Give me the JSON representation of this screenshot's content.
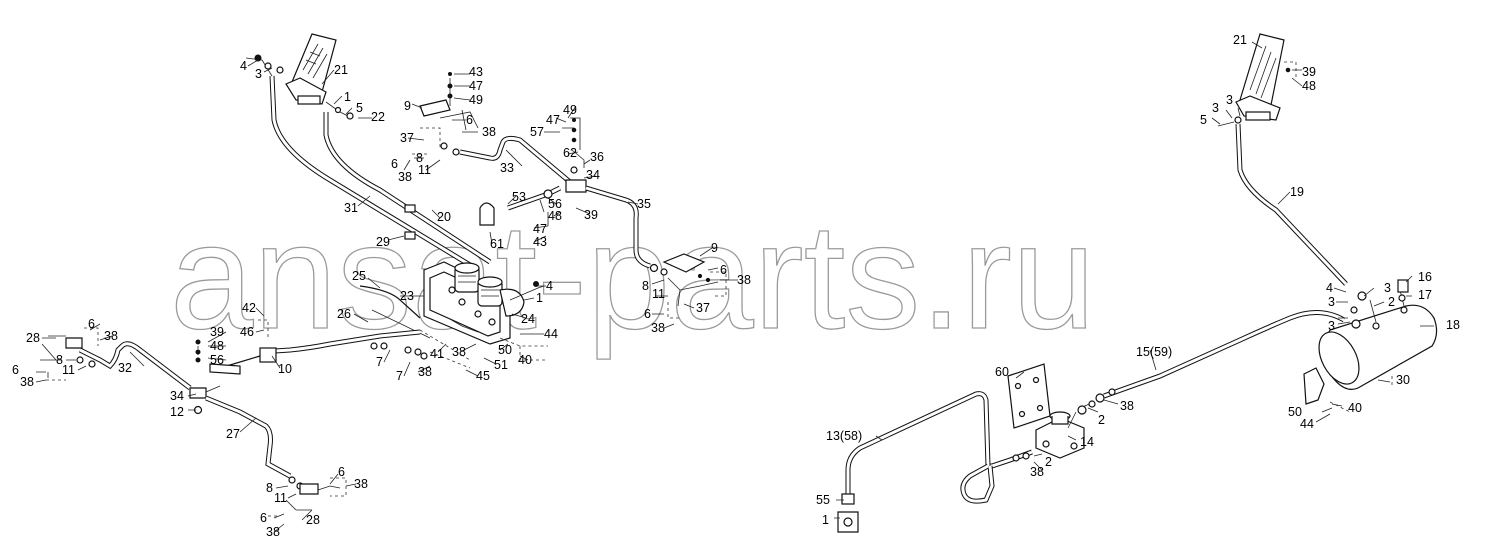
{
  "watermark": "ansat-parts.ru",
  "callouts": [
    {
      "id": "c1",
      "text": "4"
    },
    {
      "id": "c2",
      "text": "3"
    },
    {
      "id": "c3",
      "text": "21"
    },
    {
      "id": "c4",
      "text": "1"
    },
    {
      "id": "c5",
      "text": "5"
    },
    {
      "id": "c6",
      "text": "22"
    },
    {
      "id": "c7",
      "text": "43"
    },
    {
      "id": "c8",
      "text": "47"
    },
    {
      "id": "c9",
      "text": "49"
    },
    {
      "id": "c10",
      "text": "9"
    },
    {
      "id": "c11",
      "text": "6"
    },
    {
      "id": "c12",
      "text": "38"
    },
    {
      "id": "c13",
      "text": "37"
    },
    {
      "id": "c14",
      "text": "8"
    },
    {
      "id": "c15",
      "text": "11"
    },
    {
      "id": "c16",
      "text": "6"
    },
    {
      "id": "c17",
      "text": "38"
    },
    {
      "id": "c18",
      "text": "33"
    },
    {
      "id": "c19",
      "text": "49"
    },
    {
      "id": "c20",
      "text": "47"
    },
    {
      "id": "c21",
      "text": "57"
    },
    {
      "id": "c22",
      "text": "62"
    },
    {
      "id": "c23",
      "text": "36"
    },
    {
      "id": "c24",
      "text": "34"
    },
    {
      "id": "c25",
      "text": "31"
    },
    {
      "id": "c26",
      "text": "20"
    },
    {
      "id": "c27",
      "text": "53"
    },
    {
      "id": "c28",
      "text": "56"
    },
    {
      "id": "c29",
      "text": "48"
    },
    {
      "id": "c30",
      "text": "39"
    },
    {
      "id": "c31",
      "text": "35"
    },
    {
      "id": "c32",
      "text": "47"
    },
    {
      "id": "c33",
      "text": "43"
    },
    {
      "id": "c34",
      "text": "29"
    },
    {
      "id": "c35",
      "text": "61"
    },
    {
      "id": "c36",
      "text": "9"
    },
    {
      "id": "c37",
      "text": "6"
    },
    {
      "id": "c38",
      "text": "38"
    },
    {
      "id": "c39",
      "text": "8"
    },
    {
      "id": "c40",
      "text": "11"
    },
    {
      "id": "c41",
      "text": "37"
    },
    {
      "id": "c42",
      "text": "6"
    },
    {
      "id": "c43",
      "text": "38"
    },
    {
      "id": "c44",
      "text": "25"
    },
    {
      "id": "c45",
      "text": "23"
    },
    {
      "id": "c46",
      "text": "4"
    },
    {
      "id": "c47",
      "text": "1"
    },
    {
      "id": "c48",
      "text": "24"
    },
    {
      "id": "c49",
      "text": "44"
    },
    {
      "id": "c50",
      "text": "50"
    },
    {
      "id": "c51",
      "text": "40"
    },
    {
      "id": "c52",
      "text": "26"
    },
    {
      "id": "c53",
      "text": "42"
    },
    {
      "id": "c54",
      "text": "46"
    },
    {
      "id": "c55",
      "text": "39"
    },
    {
      "id": "c56",
      "text": "48"
    },
    {
      "id": "c57",
      "text": "56"
    },
    {
      "id": "c58",
      "text": "10"
    },
    {
      "id": "c59",
      "text": "41"
    },
    {
      "id": "c60",
      "text": "38"
    },
    {
      "id": "c61",
      "text": "51"
    },
    {
      "id": "c62",
      "text": "45"
    },
    {
      "id": "c63",
      "text": "7"
    },
    {
      "id": "c64",
      "text": "7"
    },
    {
      "id": "c65",
      "text": "38"
    },
    {
      "id": "c66",
      "text": "28"
    },
    {
      "id": "c67",
      "text": "6"
    },
    {
      "id": "c68",
      "text": "38"
    },
    {
      "id": "c69",
      "text": "8"
    },
    {
      "id": "c70",
      "text": "11"
    },
    {
      "id": "c71",
      "text": "6"
    },
    {
      "id": "c72",
      "text": "38"
    },
    {
      "id": "c73",
      "text": "32"
    },
    {
      "id": "c74",
      "text": "34"
    },
    {
      "id": "c75",
      "text": "12"
    },
    {
      "id": "c76",
      "text": "27"
    },
    {
      "id": "c77",
      "text": "6"
    },
    {
      "id": "c78",
      "text": "38"
    },
    {
      "id": "c79",
      "text": "8"
    },
    {
      "id": "c80",
      "text": "11"
    },
    {
      "id": "c81",
      "text": "6"
    },
    {
      "id": "c82",
      "text": "28"
    },
    {
      "id": "c83",
      "text": "38"
    },
    {
      "id": "c84",
      "text": "21"
    },
    {
      "id": "c85",
      "text": "39"
    },
    {
      "id": "c86",
      "text": "48"
    },
    {
      "id": "c87",
      "text": "3"
    },
    {
      "id": "c88",
      "text": "3"
    },
    {
      "id": "c89",
      "text": "5"
    },
    {
      "id": "c90",
      "text": "19"
    },
    {
      "id": "c91",
      "text": "16"
    },
    {
      "id": "c92",
      "text": "17"
    },
    {
      "id": "c93",
      "text": "4"
    },
    {
      "id": "c94",
      "text": "3"
    },
    {
      "id": "c95",
      "text": "3"
    },
    {
      "id": "c96",
      "text": "2"
    },
    {
      "id": "c97",
      "text": "3"
    },
    {
      "id": "c98",
      "text": "18"
    },
    {
      "id": "c99",
      "text": "15(59)"
    },
    {
      "id": "c100",
      "text": "60"
    },
    {
      "id": "c101",
      "text": "30"
    },
    {
      "id": "c102",
      "text": "50"
    },
    {
      "id": "c103",
      "text": "40"
    },
    {
      "id": "c104",
      "text": "44"
    },
    {
      "id": "c105",
      "text": "38"
    },
    {
      "id": "c106",
      "text": "2"
    },
    {
      "id": "c107",
      "text": "14"
    },
    {
      "id": "c108",
      "text": "13(58)"
    },
    {
      "id": "c109",
      "text": "2"
    },
    {
      "id": "c110",
      "text": "38"
    },
    {
      "id": "c111",
      "text": "55"
    },
    {
      "id": "c112",
      "text": "1"
    }
  ]
}
